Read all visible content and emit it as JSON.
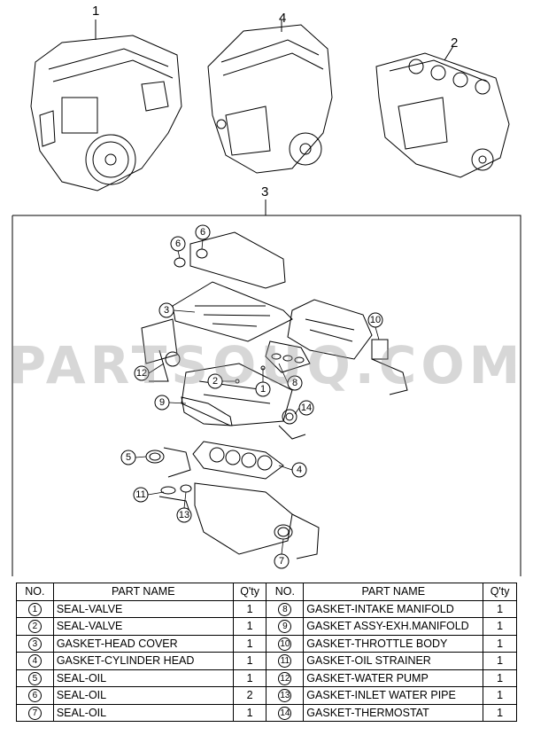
{
  "assemblies": [
    "1",
    "4",
    "2",
    "3"
  ],
  "callouts": [
    "6",
    "6",
    "3",
    "10",
    "12",
    "2",
    "1",
    "8",
    "9",
    "14",
    "5",
    "4",
    "11",
    "13",
    "7"
  ],
  "watermark": "PARTSOUQ.COM",
  "table": {
    "headers": {
      "no": "NO.",
      "part_name": "PART NAME",
      "qty": "Q'ty"
    },
    "left": [
      {
        "no": "1",
        "name": "SEAL-VALVE",
        "qty": "1"
      },
      {
        "no": "2",
        "name": "SEAL-VALVE",
        "qty": "1"
      },
      {
        "no": "3",
        "name": "GASKET-HEAD COVER",
        "qty": "1"
      },
      {
        "no": "4",
        "name": "GASKET-CYLINDER HEAD",
        "qty": "1"
      },
      {
        "no": "5",
        "name": "SEAL-OIL",
        "qty": "1"
      },
      {
        "no": "6",
        "name": "SEAL-OIL",
        "qty": "2"
      },
      {
        "no": "7",
        "name": "SEAL-OIL",
        "qty": "1"
      }
    ],
    "right": [
      {
        "no": "8",
        "name": "GASKET-INTAKE MANIFOLD",
        "qty": "1"
      },
      {
        "no": "9",
        "name": "GASKET ASSY-EXH.MANIFOLD",
        "qty": "1"
      },
      {
        "no": "10",
        "name": "GASKET-THROTTLE BODY",
        "qty": "1"
      },
      {
        "no": "11",
        "name": "GASKET-OIL STRAINER",
        "qty": "1"
      },
      {
        "no": "12",
        "name": "GASKET-WATER PUMP",
        "qty": "1"
      },
      {
        "no": "13",
        "name": "GASKET-INLET WATER PIPE",
        "qty": "1"
      },
      {
        "no": "14",
        "name": "GASKET-THERMOSTAT",
        "qty": "1"
      }
    ]
  }
}
